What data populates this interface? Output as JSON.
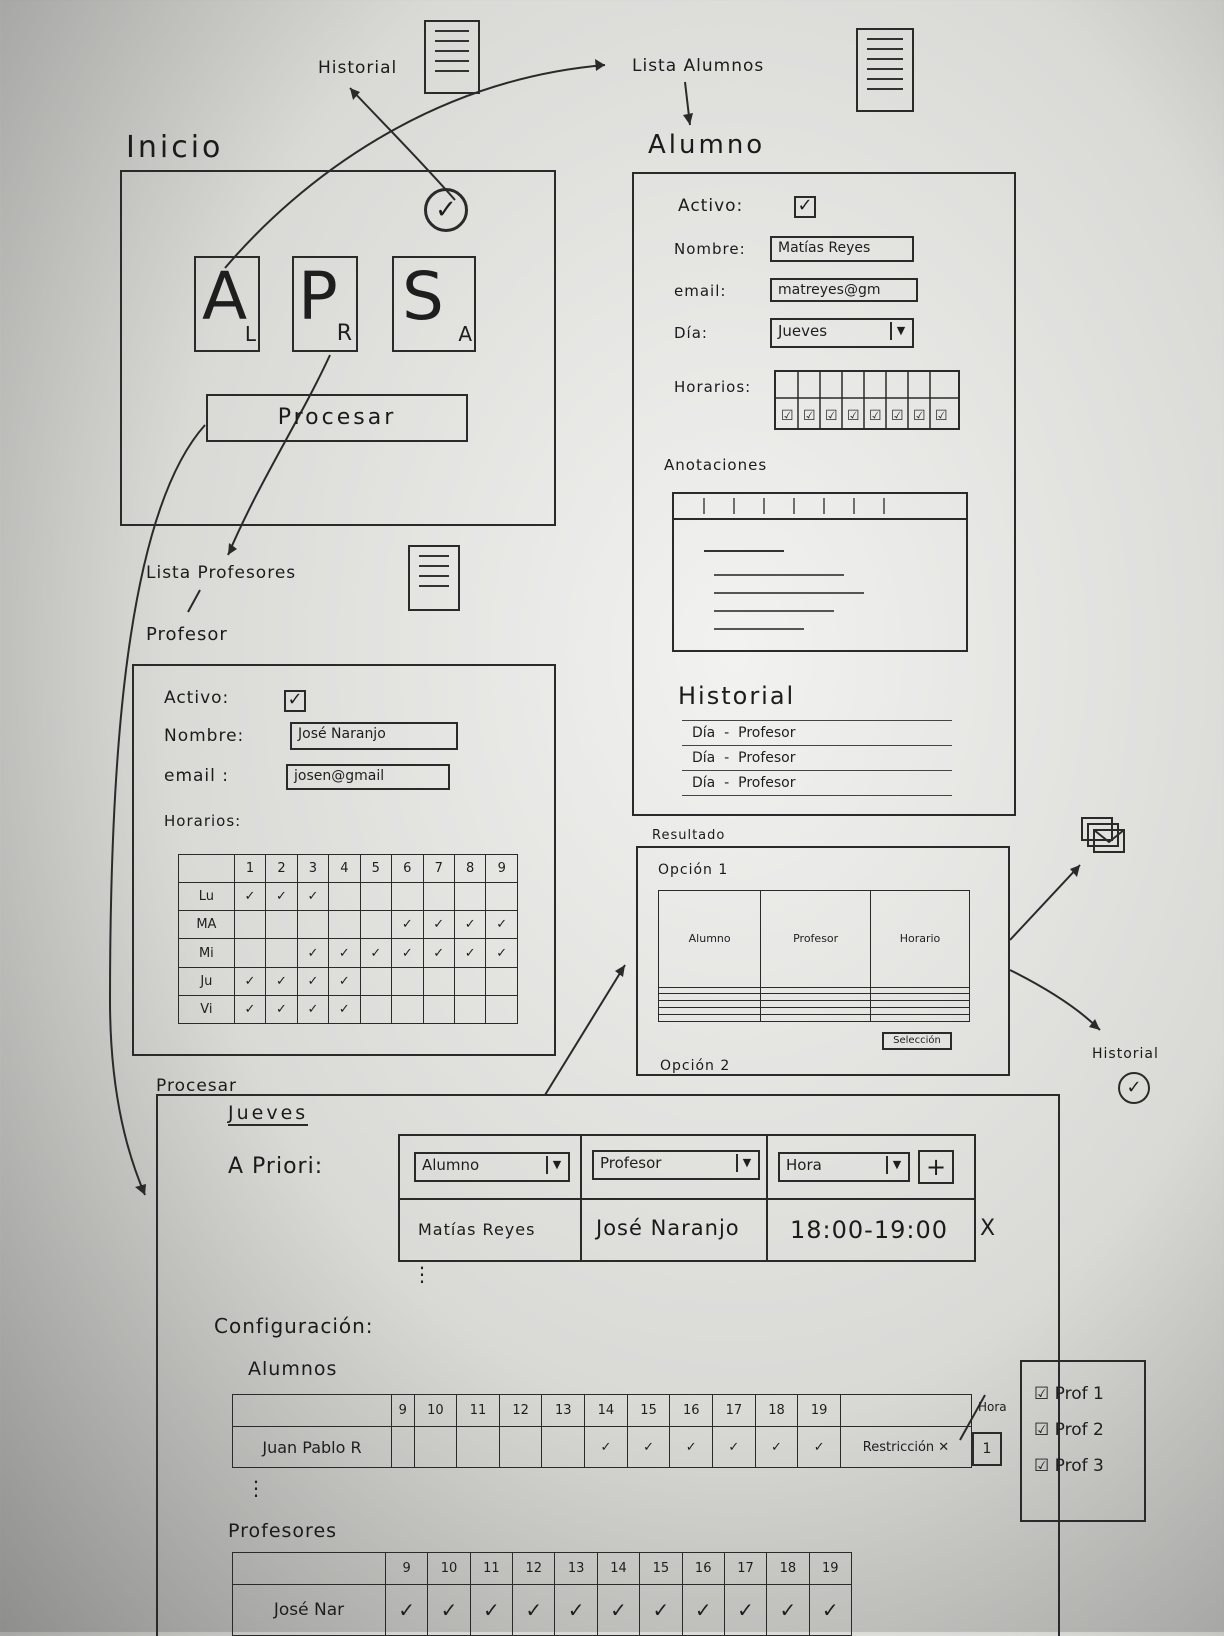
{
  "top": {
    "historial_label": "Historial",
    "lista_alumnos_label": "Lista Alumnos"
  },
  "inicio": {
    "title": "Inicio",
    "tiles": [
      {
        "big": "A",
        "small": "L"
      },
      {
        "big": "P",
        "small": "R"
      },
      {
        "big": "S",
        "small": "A"
      }
    ],
    "procesar_button": "Procesar",
    "check_symbol": "✓"
  },
  "lista_profesores_label": "Lista Profesores",
  "profesor": {
    "title": "Profesor",
    "activo_label": "Activo:",
    "nombre_label": "Nombre:",
    "nombre_value": "José Naranjo",
    "email_label": "email :",
    "email_value": "josen@gmail",
    "horarios_label": "Horarios:",
    "columns": [
      "1",
      "2",
      "3",
      "4",
      "5",
      "6",
      "7",
      "8",
      "9"
    ],
    "rows": [
      {
        "day": "Lu",
        "checks": [
          "✓",
          "✓",
          "✓",
          "",
          "",
          "",
          "",
          "",
          ""
        ]
      },
      {
        "day": "MA",
        "checks": [
          "",
          "",
          "",
          "",
          "",
          "✓",
          "✓",
          "✓",
          "✓"
        ]
      },
      {
        "day": "Mi",
        "checks": [
          "",
          "",
          "✓",
          "✓",
          "✓",
          "✓",
          "✓",
          "✓",
          "✓"
        ]
      },
      {
        "day": "Ju",
        "checks": [
          "✓",
          "✓",
          "✓",
          "✓",
          "",
          "",
          "",
          "",
          ""
        ]
      },
      {
        "day": "Vi",
        "checks": [
          "✓",
          "✓",
          "✓",
          "✓",
          "",
          "",
          "",
          "",
          ""
        ]
      }
    ]
  },
  "alumno": {
    "title": "Alumno",
    "activo_label": "Activo:",
    "nombre_label": "Nombre:",
    "nombre_value": "Matías Reyes",
    "email_label": "email:",
    "email_value": "matreyes@gm",
    "dia_label": "Día:",
    "dia_value": "Jueves",
    "horarios_label": "Horarios:",
    "anotaciones_label": "Anotaciones",
    "historial_title": "Historial",
    "historial_items": [
      {
        "dia": "Día",
        "sep": "-",
        "profesor": "Profesor"
      },
      {
        "dia": "Día",
        "sep": "-",
        "profesor": "Profesor"
      },
      {
        "dia": "Día",
        "sep": "-",
        "profesor": "Profesor"
      }
    ]
  },
  "resultado": {
    "title": "Resultado",
    "opcion1": "Opción 1",
    "opcion2": "Opción 2",
    "headers": [
      "Alumno",
      "Profesor",
      "Horario"
    ],
    "select_button": "Selección"
  },
  "historial_side": {
    "label": "Historial"
  },
  "procesar": {
    "title": "Procesar",
    "day": "Jueves",
    "apriori_label": "A Priori:",
    "select_alumno": "Alumno",
    "select_profesor": "Profesor",
    "select_hora": "Hora",
    "add_symbol": "+",
    "row_alumno": "Matías Reyes",
    "row_profesor": "José Naranjo",
    "row_hora": "18:00-19:00",
    "remove_symbol": "X",
    "ellipsis": "⋮",
    "config_label": "Configuración:",
    "alumnos_label": "Alumnos",
    "hours": [
      "9",
      "10",
      "11",
      "12",
      "13",
      "14",
      "15",
      "16",
      "17",
      "18",
      "19"
    ],
    "alumno_row": {
      "name": "Juan Pablo R",
      "checks": [
        "",
        "",
        "",
        "",
        "",
        "✓",
        "✓",
        "✓",
        "✓",
        "✓",
        "✓"
      ],
      "restriccion": "Restricción",
      "hora_label": "Hora",
      "count": "1"
    },
    "profesores_label": "Profesores",
    "profesor_row": {
      "name": "José Nar",
      "checks": [
        "✓",
        "✓",
        "✓",
        "✓",
        "✓",
        "✓",
        "✓",
        "✓",
        "✓",
        "✓",
        "✓"
      ]
    },
    "popup": [
      "Prof 1",
      "Prof 2",
      "Prof 3"
    ]
  }
}
